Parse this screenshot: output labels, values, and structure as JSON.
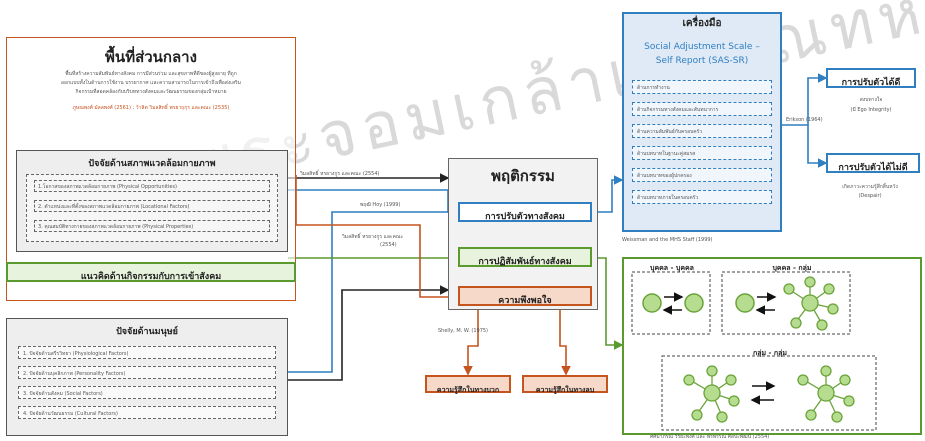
{
  "watermark": "พระจอมเกล้าเจ้าคุณทหารลาดกระบัง",
  "central_area": {
    "title": "พื้นที่ส่วนกลาง",
    "desc_1": "พื้นที่สร้างความสัมพันธ์ทางสังคม การมีส่วนร่วม และสุขภาพที่ดีของผู้สูงอายุ ที่ถูก",
    "desc_2": "ออกแบบทั้งในด้านการใช้งาน บรรยากาศ และความสามารถในการเข้าถึงเพื่อส่งเสริม",
    "desc_3": "กิจกรรมที่สอดคล้องกับบริบททางสังคมและวัฒนธรรมของกลุ่มเป้าหมาย",
    "ref": "ภูษณพงศ์ มัลลพงศ์ (2561) ; ว้าลิต วิมลสิทธิ์ พรยาฤกุร และคณะ (2535)"
  },
  "physical_env": {
    "title": "ปัจจัยด้านสภาพแวดล้อมกายภาพ",
    "items": [
      "1.โอกาสของสภาพแวดล้อมกายภาพ (Physical Opportunities)",
      "2. ตำแหน่งและที่ตั้งของสภาพแวดล้อมกายภาพ (Locational Factors)",
      "3. คุณสมบัติทางกายของสภาพแวดล้อมกายภาพ (Physical Properties)"
    ]
  },
  "activity_concept": {
    "label": "แนวคิดด้านกิจกรรมกับการเข้าสังคม"
  },
  "human_factors": {
    "title": "ปัจจัยด้านมนุษย์",
    "items": [
      "1. ปัจจัยด้านสรีรวิทยา (Physiological Factors)",
      "2. ปัจจัยด้านบุคลิกภาพ (Personality Factors)",
      "3. ปัจจัยด้านสังคม (Social Factors)",
      "4. ปัจจัยด้านวัฒนธรรม (Cultural Factors)"
    ]
  },
  "behavior": {
    "title": "พฤติกรรม",
    "adjustment": "การปรับตัวทางสังคม",
    "interaction": "การปฏิสัมพันธ์ทางสังคม",
    "satisfaction": "ความพึงพอใจ"
  },
  "refs": {
    "r1": "วิมลสิทธิ์ หรยางกูร และคณะ (2554)",
    "r2": "พฤฒิ Hoy (1999)",
    "r3a": "วิมลสิทธิ์ หรยางกูร และคณะ",
    "r3b": "(2554)",
    "shelly": "Shelly, M. W. (1975)",
    "erikson": "Erikson (1964)",
    "weissman": "Weissman and the MHS Staff (1999)",
    "bottom": "ศศิมาภรณ์ วิริยะพงศ์ และ พรพรรณ ศิลปะพัฒน์ (2554)"
  },
  "tools": {
    "title": "เครื่องมือ",
    "scale_1": "Social Adjustment Scale –",
    "scale_2": "Self Report (SAS-SR)",
    "items": [
      "ด้านการทำงาน",
      "ด้านกิจกรรมทางสังคมและสันทนาการ",
      "ด้านความสัมพันธ์กับครอบครัว",
      "ด้านบทบาทในฐานะคู่สมรส",
      "ด้านบทบาทของผู้ปกครอง",
      "ด้านบทบาทภายในครอบครัว"
    ]
  },
  "outcomes": {
    "good": "การปรับตัวได้ดี",
    "good_sub_1": "สงบทางใจ",
    "good_sub_2": "(มี Ego Integrity)",
    "bad": "การปรับตัวได้ไม่ดี",
    "bad_sub_1": "เกิดภาวะความรู้สึกสิ้นหวัง",
    "bad_sub_2": "(Despair)"
  },
  "feelings": {
    "positive": "ความรู้สึกในทางบวก",
    "negative": "ความรู้สึกในทางลบ"
  },
  "interaction_panel": {
    "person_person": "บุคคล - บุคคล",
    "person_group": "บุคคล - กลุ่ม",
    "group_group": "กลุ่ม - กลุ่ม"
  },
  "colors": {
    "orange": "#c5541f",
    "green": "#5a9a2e",
    "blue": "#2f7fc1",
    "dark": "#222222",
    "node_fill": "#b6dd8f",
    "node_stroke": "#6aa33a"
  }
}
